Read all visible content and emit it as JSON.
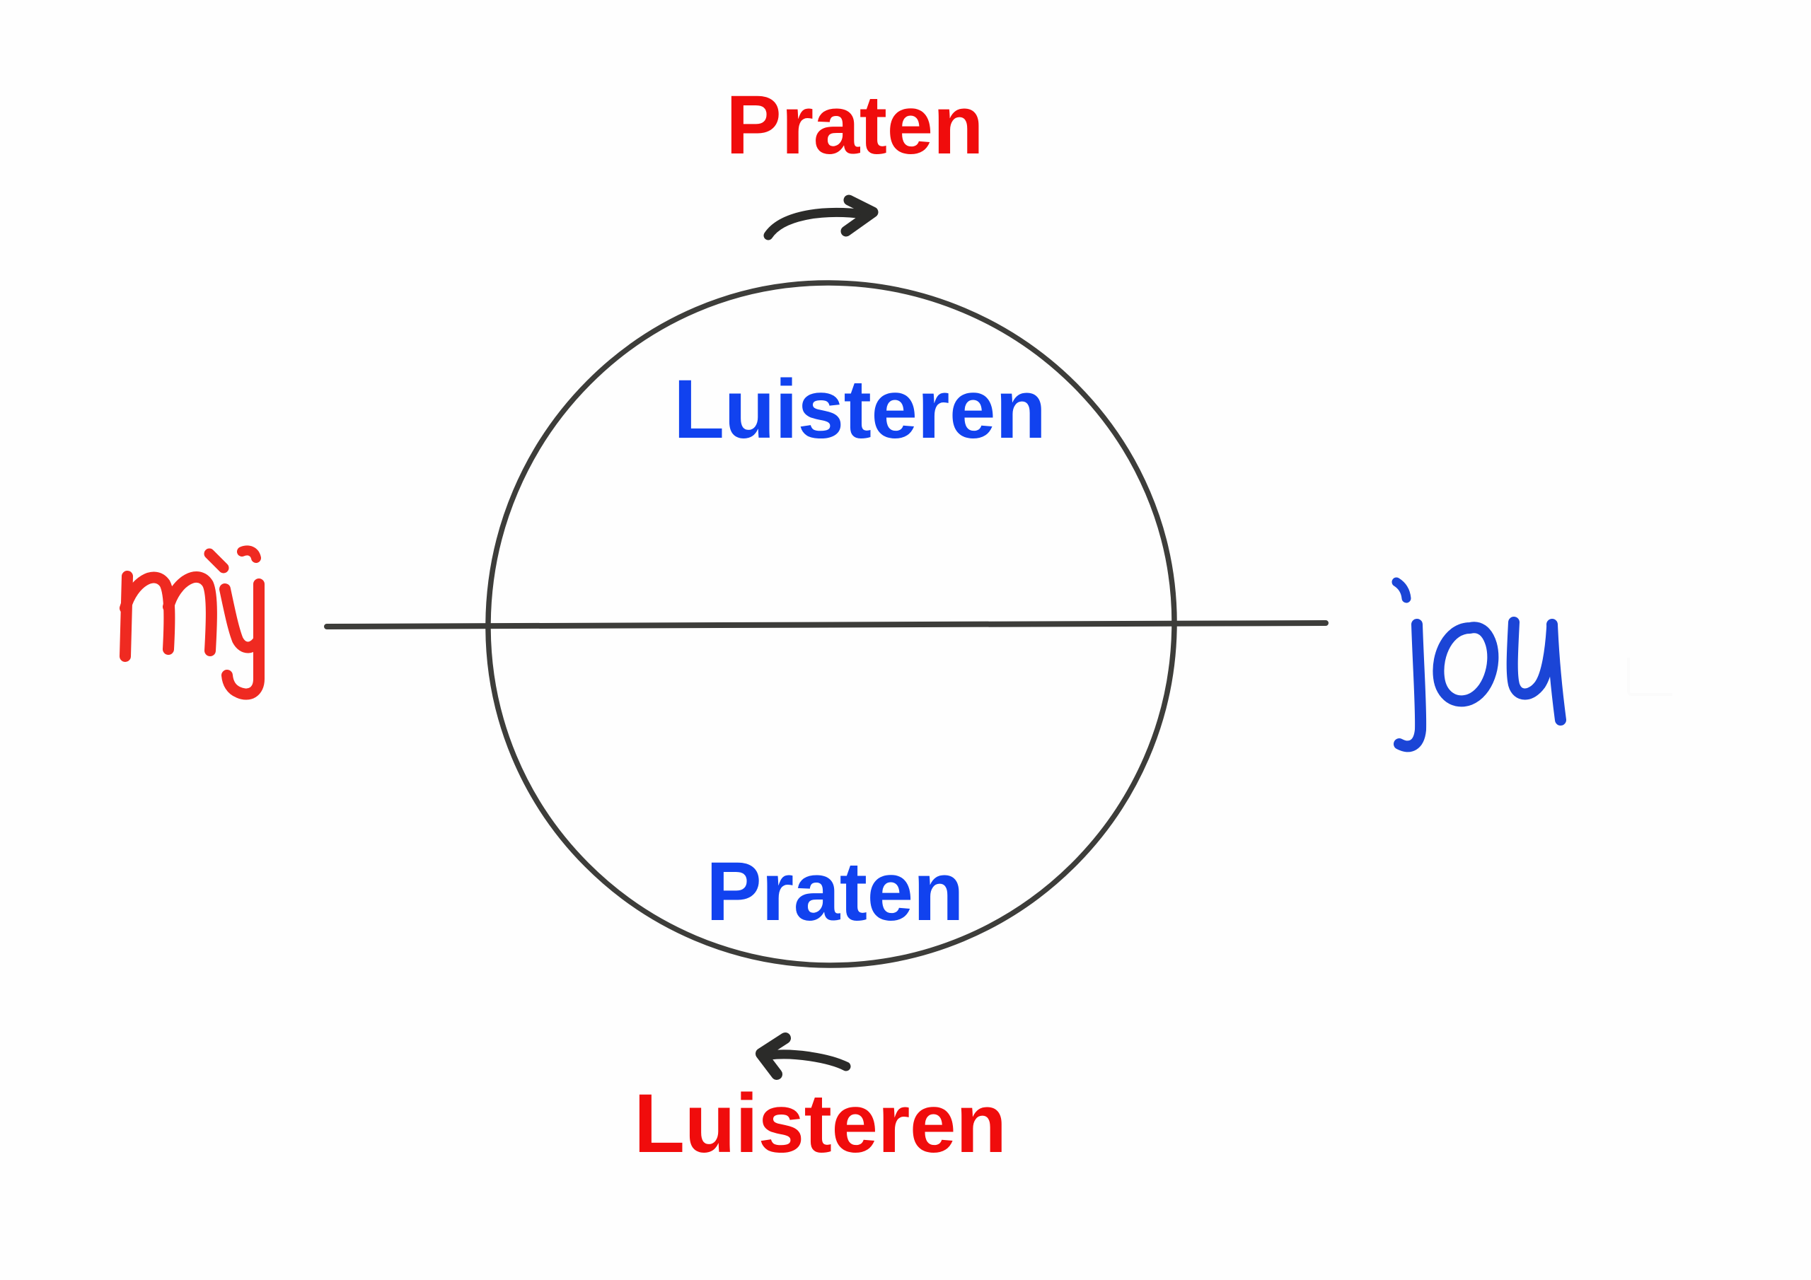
{
  "diagram": {
    "title_top": "Praten",
    "title_bottom": "Luisteren",
    "circle_top_label": "Luisteren",
    "circle_bottom_label": "Praten",
    "left_person": "mij",
    "right_person": "jou",
    "arrow_top": "arrow-right",
    "arrow_bottom": "arrow-left",
    "icons": {
      "circle": "circle-outline",
      "axis": "horizontal-line",
      "arrow_right": "curved-arrow-right-icon",
      "arrow_left": "curved-arrow-left-icon",
      "handwriting_left": "handwritten-mij-icon",
      "handwriting_right": "handwritten-jou-icon"
    },
    "colors": {
      "red": "#f00c0c",
      "blue": "#1142ef",
      "ink": "#3b3b38",
      "background": "#fefefe"
    }
  }
}
